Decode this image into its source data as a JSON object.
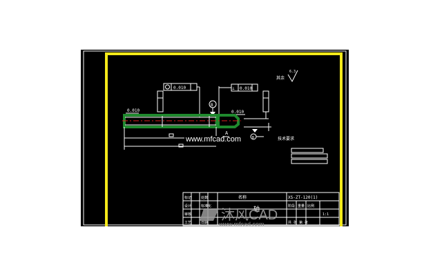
{
  "drawing": {
    "notes_title": "技术要求",
    "dims": {
      "left_tol": "0.010",
      "mid_tol": "0.010",
      "right_tol": "0.010",
      "right_tol2": "0.010",
      "coax_tol": "0.010",
      "datum_b": "B",
      "datum_a": "A",
      "datum_bubble": "B",
      "roughness_top": "其余",
      "roughness_val": "6.3"
    },
    "title_block": {
      "drawing_number": "XS-ZT-120(1)",
      "name_label": "名称",
      "part_name": "轴",
      "row1": [
        "标记",
        "处数"
      ],
      "row2": [
        "设计",
        "标准化"
      ],
      "row3": [
        "审核"
      ],
      "row4": [
        "工艺",
        "日期"
      ],
      "stage_label": "阶段",
      "weight_label": "重量",
      "scale_label": "比例",
      "scale_value": "1:1",
      "sheet_label": "共 张 第 张"
    }
  },
  "watermarks": {
    "center_url": "www.mfcad.com",
    "logo_text": "沐风CAD",
    "bottom_url": "www.mfcad.com"
  },
  "colors": {
    "background": "#000000",
    "frame": "#f5ea1a",
    "lines": "#ffffff",
    "highlight": "#1f8a2e",
    "centerline": "#e02020"
  }
}
